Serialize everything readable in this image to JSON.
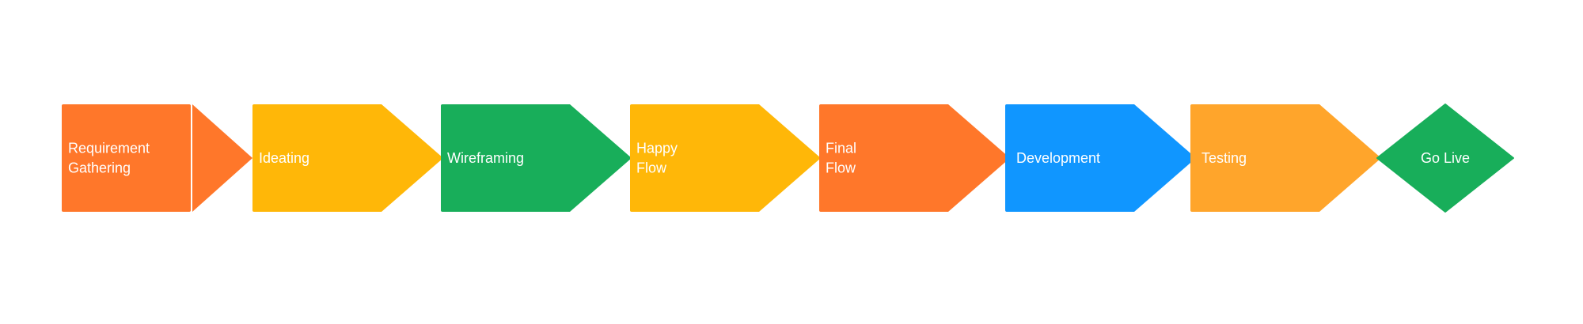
{
  "steps": [
    {
      "id": "requirement-gathering",
      "lines": [
        "Requirement",
        "Gathering"
      ],
      "shape": "split-arrow",
      "color": "#FF772A"
    },
    {
      "id": "ideating",
      "lines": [
        "Ideating"
      ],
      "shape": "arrow",
      "color": "#FFB708"
    },
    {
      "id": "wireframing",
      "lines": [
        "Wireframing"
      ],
      "shape": "arrow",
      "color": "#18AE5A"
    },
    {
      "id": "happy-flow",
      "lines": [
        "Happy",
        "Flow"
      ],
      "shape": "arrow",
      "color": "#FFB708"
    },
    {
      "id": "final-flow",
      "lines": [
        "Final",
        "Flow"
      ],
      "shape": "arrow",
      "color": "#FF772A"
    },
    {
      "id": "development",
      "lines": [
        "Development"
      ],
      "shape": "arrow",
      "color": "#1096FF"
    },
    {
      "id": "testing",
      "lines": [
        "Testing"
      ],
      "shape": "arrow",
      "color": "#FFA52B"
    },
    {
      "id": "go-live",
      "lines": [
        "Go Live"
      ],
      "shape": "diamond",
      "color": "#18AE5A"
    }
  ]
}
